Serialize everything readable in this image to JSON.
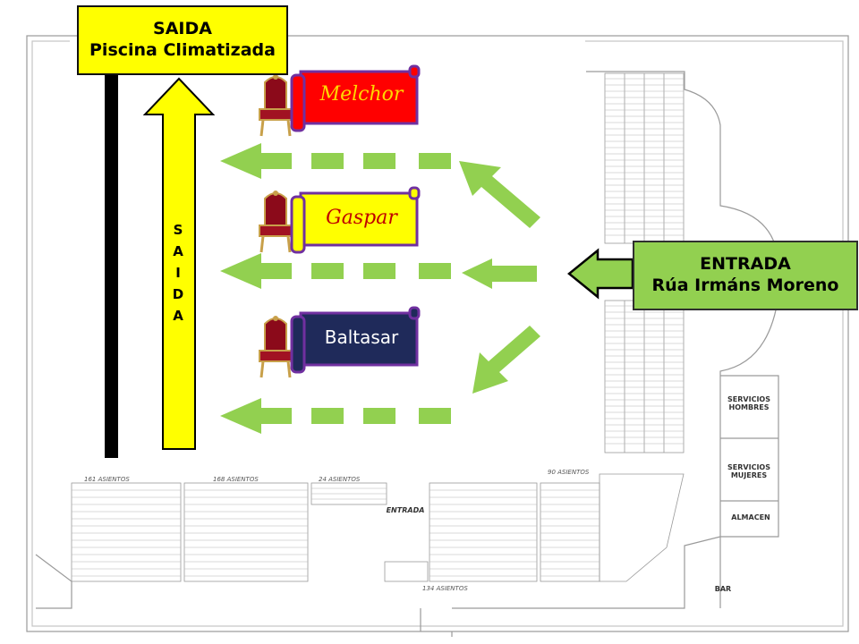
{
  "exit_box": {
    "line1": "SAIDA",
    "line2": "Piscina Climatizada"
  },
  "entrance_box": {
    "line1": "ENTRADA",
    "line2": "Rúa Irmáns Moreno"
  },
  "exit_arrow_label": "S A I D A",
  "thrones": [
    {
      "name": "Melchor",
      "scroll_color": "#ff0000",
      "text_color": "#ffd700"
    },
    {
      "name": "Gaspar",
      "scroll_color": "#ffff00",
      "text_color": "#c00000"
    },
    {
      "name": "Baltasar",
      "scroll_color": "#1f2a5a",
      "text_color": "#ffffff"
    }
  ],
  "floor_plan": {
    "services_men": [
      "SERVICIOS",
      "HOMBRES"
    ],
    "services_women": [
      "SERVICIOS",
      "MUJERES"
    ],
    "storage": "ALMACEN",
    "bar": "BAR",
    "inner_entrance": "ENTRADA",
    "seat_blocks": [
      "161 ASIENTOS",
      "168 ASIENTOS",
      "24 ASIENTOS",
      "134 ASIENTOS",
      "90 ASIENTOS"
    ]
  },
  "colors": {
    "exit_yellow": "#ffff00",
    "entrance_green": "#92d050",
    "flow_arrow_green": "#92d050",
    "scroll_border": "#7030a0"
  }
}
